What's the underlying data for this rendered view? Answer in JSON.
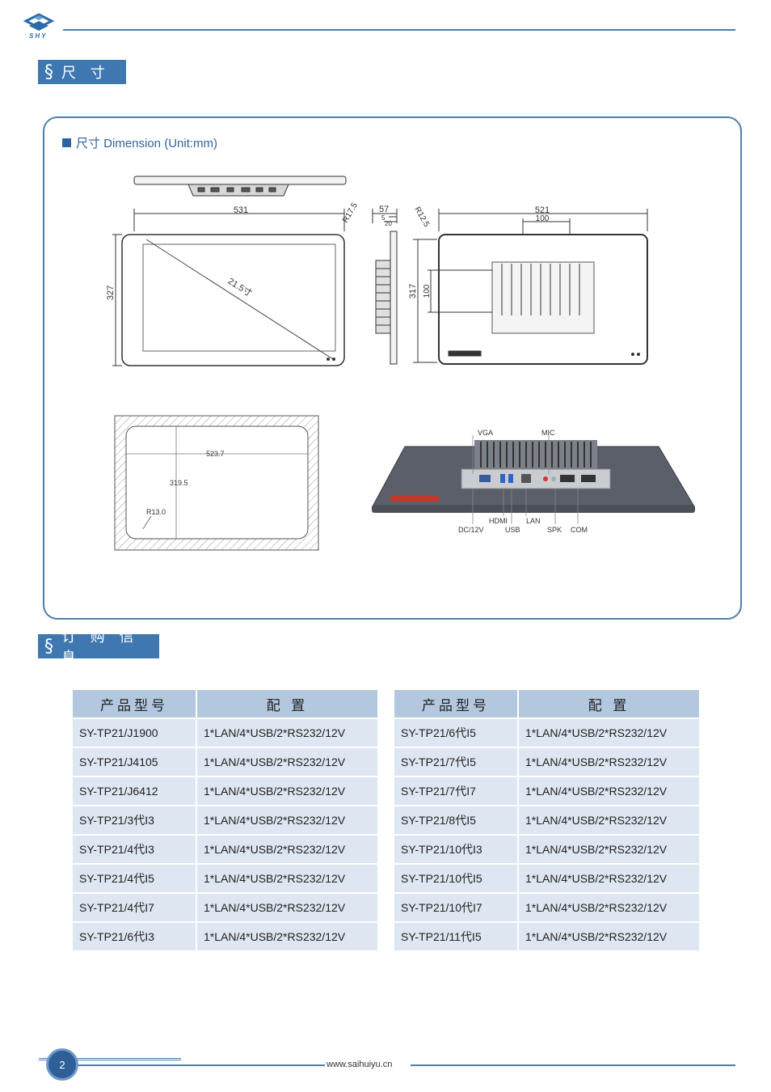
{
  "brand": {
    "logo_text": "SHY"
  },
  "sections": {
    "dimension": {
      "symbol": "§",
      "label": "尺 寸"
    },
    "ordering": {
      "symbol": "§",
      "label": "订 购 信 息"
    }
  },
  "panel": {
    "title": "尺寸 Dimension (Unit:mm)",
    "front": {
      "width": "531",
      "height": "327",
      "diagonal": "21.5寸",
      "radius": "R17.5"
    },
    "side": {
      "depth": "57",
      "a": "5",
      "b": "20"
    },
    "back": {
      "width": "521",
      "mount_h": "100",
      "height": "317",
      "mount_v": "100",
      "radius": "R12.5"
    },
    "cutout": {
      "width": "523.7",
      "height": "319.5",
      "radius": "R13.0"
    },
    "ports_top": [
      "VGA",
      "MIC"
    ],
    "ports_bottom": [
      "DC/12V",
      "HDMI",
      "USB",
      "LAN",
      "SPK",
      "COM"
    ]
  },
  "tables": {
    "header_model": "产品型号",
    "header_config": "配 置",
    "left": [
      {
        "model": "SY-TP21/J1900",
        "config": "1*LAN/4*USB/2*RS232/12V"
      },
      {
        "model": "SY-TP21/J4105",
        "config": "1*LAN/4*USB/2*RS232/12V"
      },
      {
        "model": "SY-TP21/J6412",
        "config": "1*LAN/4*USB/2*RS232/12V"
      },
      {
        "model": "SY-TP21/3代I3",
        "config": "1*LAN/4*USB/2*RS232/12V"
      },
      {
        "model": "SY-TP21/4代I3",
        "config": "1*LAN/4*USB/2*RS232/12V"
      },
      {
        "model": "SY-TP21/4代I5",
        "config": "1*LAN/4*USB/2*RS232/12V"
      },
      {
        "model": "SY-TP21/4代I7",
        "config": "1*LAN/4*USB/2*RS232/12V"
      },
      {
        "model": "SY-TP21/6代I3",
        "config": "1*LAN/4*USB/2*RS232/12V"
      }
    ],
    "right": [
      {
        "model": "SY-TP21/6代I5",
        "config": "1*LAN/4*USB/2*RS232/12V"
      },
      {
        "model": "SY-TP21/7代I5",
        "config": "1*LAN/4*USB/2*RS232/12V"
      },
      {
        "model": "SY-TP21/7代I7",
        "config": "1*LAN/4*USB/2*RS232/12V"
      },
      {
        "model": "SY-TP21/8代I5",
        "config": "1*LAN/4*USB/2*RS232/12V"
      },
      {
        "model": "SY-TP21/10代I3",
        "config": "1*LAN/4*USB/2*RS232/12V"
      },
      {
        "model": "SY-TP21/10代I5",
        "config": "1*LAN/4*USB/2*RS232/12V"
      },
      {
        "model": "SY-TP21/10代I7",
        "config": "1*LAN/4*USB/2*RS232/12V"
      },
      {
        "model": "SY-TP21/11代I5",
        "config": "1*LAN/4*USB/2*RS232/12V"
      }
    ]
  },
  "footer": {
    "page_number": "2",
    "url": "www.saihuiyu.cn"
  }
}
